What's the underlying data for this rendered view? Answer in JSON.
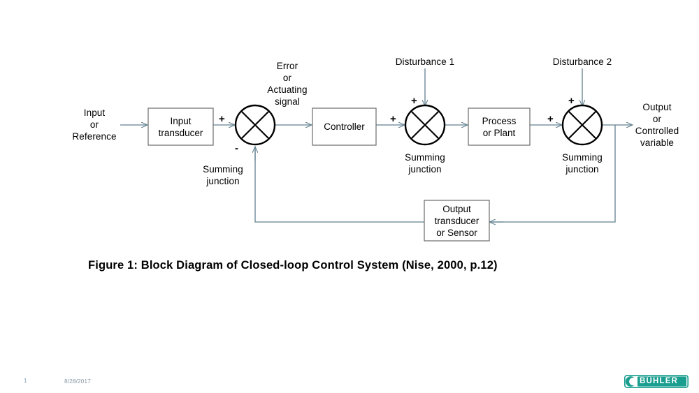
{
  "slide": {
    "background_color": "#ffffff",
    "line_color": "#62808f",
    "block_border_color": "#6b6b6b",
    "text_color": "#000000"
  },
  "diagram": {
    "title": "Block Diagram of Closed-loop Control System",
    "input_label": "Input\nor\nReference",
    "error_label": "Error\nor\nActuating\nsignal",
    "output_label": "Output\nor\nControlled\nvariable",
    "blocks": [
      {
        "id": "input-transducer",
        "label": "Input\ntransducer"
      },
      {
        "id": "controller",
        "label": "Controller"
      },
      {
        "id": "process-or-plant",
        "label": "Process\nor Plant"
      },
      {
        "id": "output-transducer",
        "label": "Output\ntransducer\nor Sensor"
      }
    ],
    "summing_junctions": [
      {
        "id": "summing-junction-1",
        "label": "Summing\njunction",
        "sign_in": "+",
        "sign_feedback": "-"
      },
      {
        "id": "summing-junction-2",
        "label": "Summing\njunction",
        "sign_in": "+",
        "sign_disturbance": "+"
      },
      {
        "id": "summing-junction-3",
        "label": "Summing\njunction",
        "sign_in": "+",
        "sign_disturbance": "+"
      }
    ],
    "disturbances": [
      {
        "id": "disturbance-1",
        "label": "Disturbance 1"
      },
      {
        "id": "disturbance-2",
        "label": "Disturbance 2"
      }
    ]
  },
  "caption": {
    "text": "Figure 1: Block Diagram of Closed-loop Control System (Nise, 2000, p.12)"
  },
  "footer": {
    "slide_number": "1",
    "date": "8/28/2017",
    "logo_text": "BÜHLER",
    "logo_color": "#1a9e8f"
  }
}
